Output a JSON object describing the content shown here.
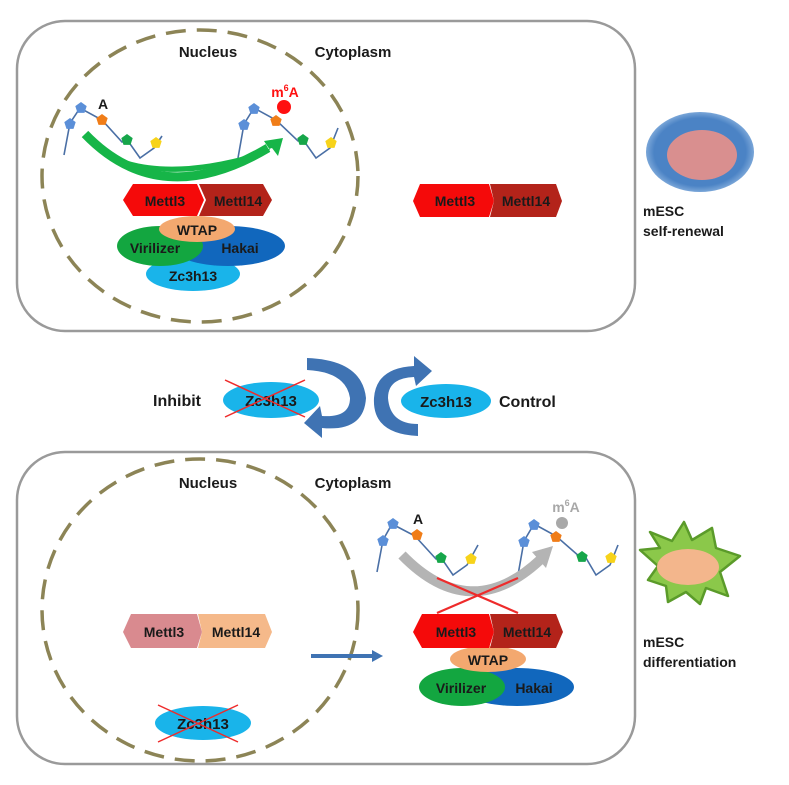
{
  "top_panel": {
    "nucleus_label": "Nucleus",
    "cytoplasm_label": "Cytoplasm",
    "rna_unmodified_label": "A",
    "rna_modified_label_base": "m",
    "rna_modified_label_sup": "6",
    "rna_modified_label_end": "A",
    "complex": {
      "mettl3": "Mettl3",
      "mettl14": "Mettl14",
      "wtap": "WTAP",
      "virilizer": "Virilizer",
      "hakai": "Hakai",
      "zc3h13": "Zc3h13"
    },
    "cytoplasm_mettl3": "Mettl3",
    "cytoplasm_mettl14": "Mettl14",
    "outcome": {
      "line1": "mESC",
      "line2": "self-renewal"
    }
  },
  "middle": {
    "inhibit_label": "Inhibit",
    "inhibited_protein": "Zc3h13",
    "control_protein": "Zc3h13",
    "control_label": "Control"
  },
  "bottom_panel": {
    "nucleus_label": "Nucleus",
    "cytoplasm_label": "Cytoplasm",
    "nucleus_mettl3": "Mettl3",
    "nucleus_mettl14": "Mettl14",
    "nucleus_zc3h13": "Zc3h13",
    "rna_unmodified_label": "A",
    "rna_modified_label_base": "m",
    "rna_modified_label_sup": "6",
    "rna_modified_label_end": "A",
    "complex": {
      "mettl3": "Mettl3",
      "mettl14": "Mettl14",
      "wtap": "WTAP",
      "virilizer": "Virilizer",
      "hakai": "Hakai"
    },
    "outcome": {
      "line1": "mESC",
      "line2": "differentiation"
    }
  },
  "colors": {
    "panel_border": "#9a9a9a",
    "nucleus_dash": "#8c8456",
    "mettl3": "#f50a0a",
    "mettl14": "#b3231a",
    "mettl3_faded": "#d98a8f",
    "mettl14_faded": "#f5b98a",
    "wtap": "#f3a86f",
    "virilizer": "#13a640",
    "hakai": "#1167bd",
    "zc3h13": "#19b4ea",
    "arrow_green": "#16b548",
    "arrow_gray": "#b4b4b4",
    "cross_red": "#ee2b2b",
    "m6a_red": "#ff1010",
    "m6a_gray": "#a8a8a8",
    "cycle_arrow": "#3f73b3",
    "stem_outer": "#4b83c5",
    "stem_inner": "#d98f8f",
    "diff_body": "#8bc84a",
    "diff_edge": "#5b9b2a",
    "diff_nucleus": "#f3b68c"
  }
}
